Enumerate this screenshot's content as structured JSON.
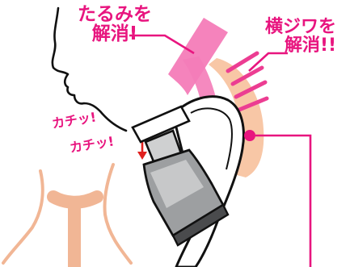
{
  "colors": {
    "accent": "#e8157f",
    "pink_light": "#f47cb8",
    "peach": "#f8c7a6",
    "neck_skin": "#f1b695",
    "outline": "#111111",
    "device_gray": "#b9babb",
    "red_arrow": "#e0201e"
  },
  "captions": {
    "left_line1": "たるみを",
    "left_line2": "解消!",
    "right_line1": "横ジワを",
    "right_line2": "解消!!"
  },
  "clicks": {
    "first": "カチッ!",
    "second": "カチッ!"
  },
  "icons": {
    "face_profile": "face-profile-icon",
    "device": "massage-device-icon",
    "neck": "neck-illustration-icon",
    "arrow": "red-down-arrow-icon"
  }
}
